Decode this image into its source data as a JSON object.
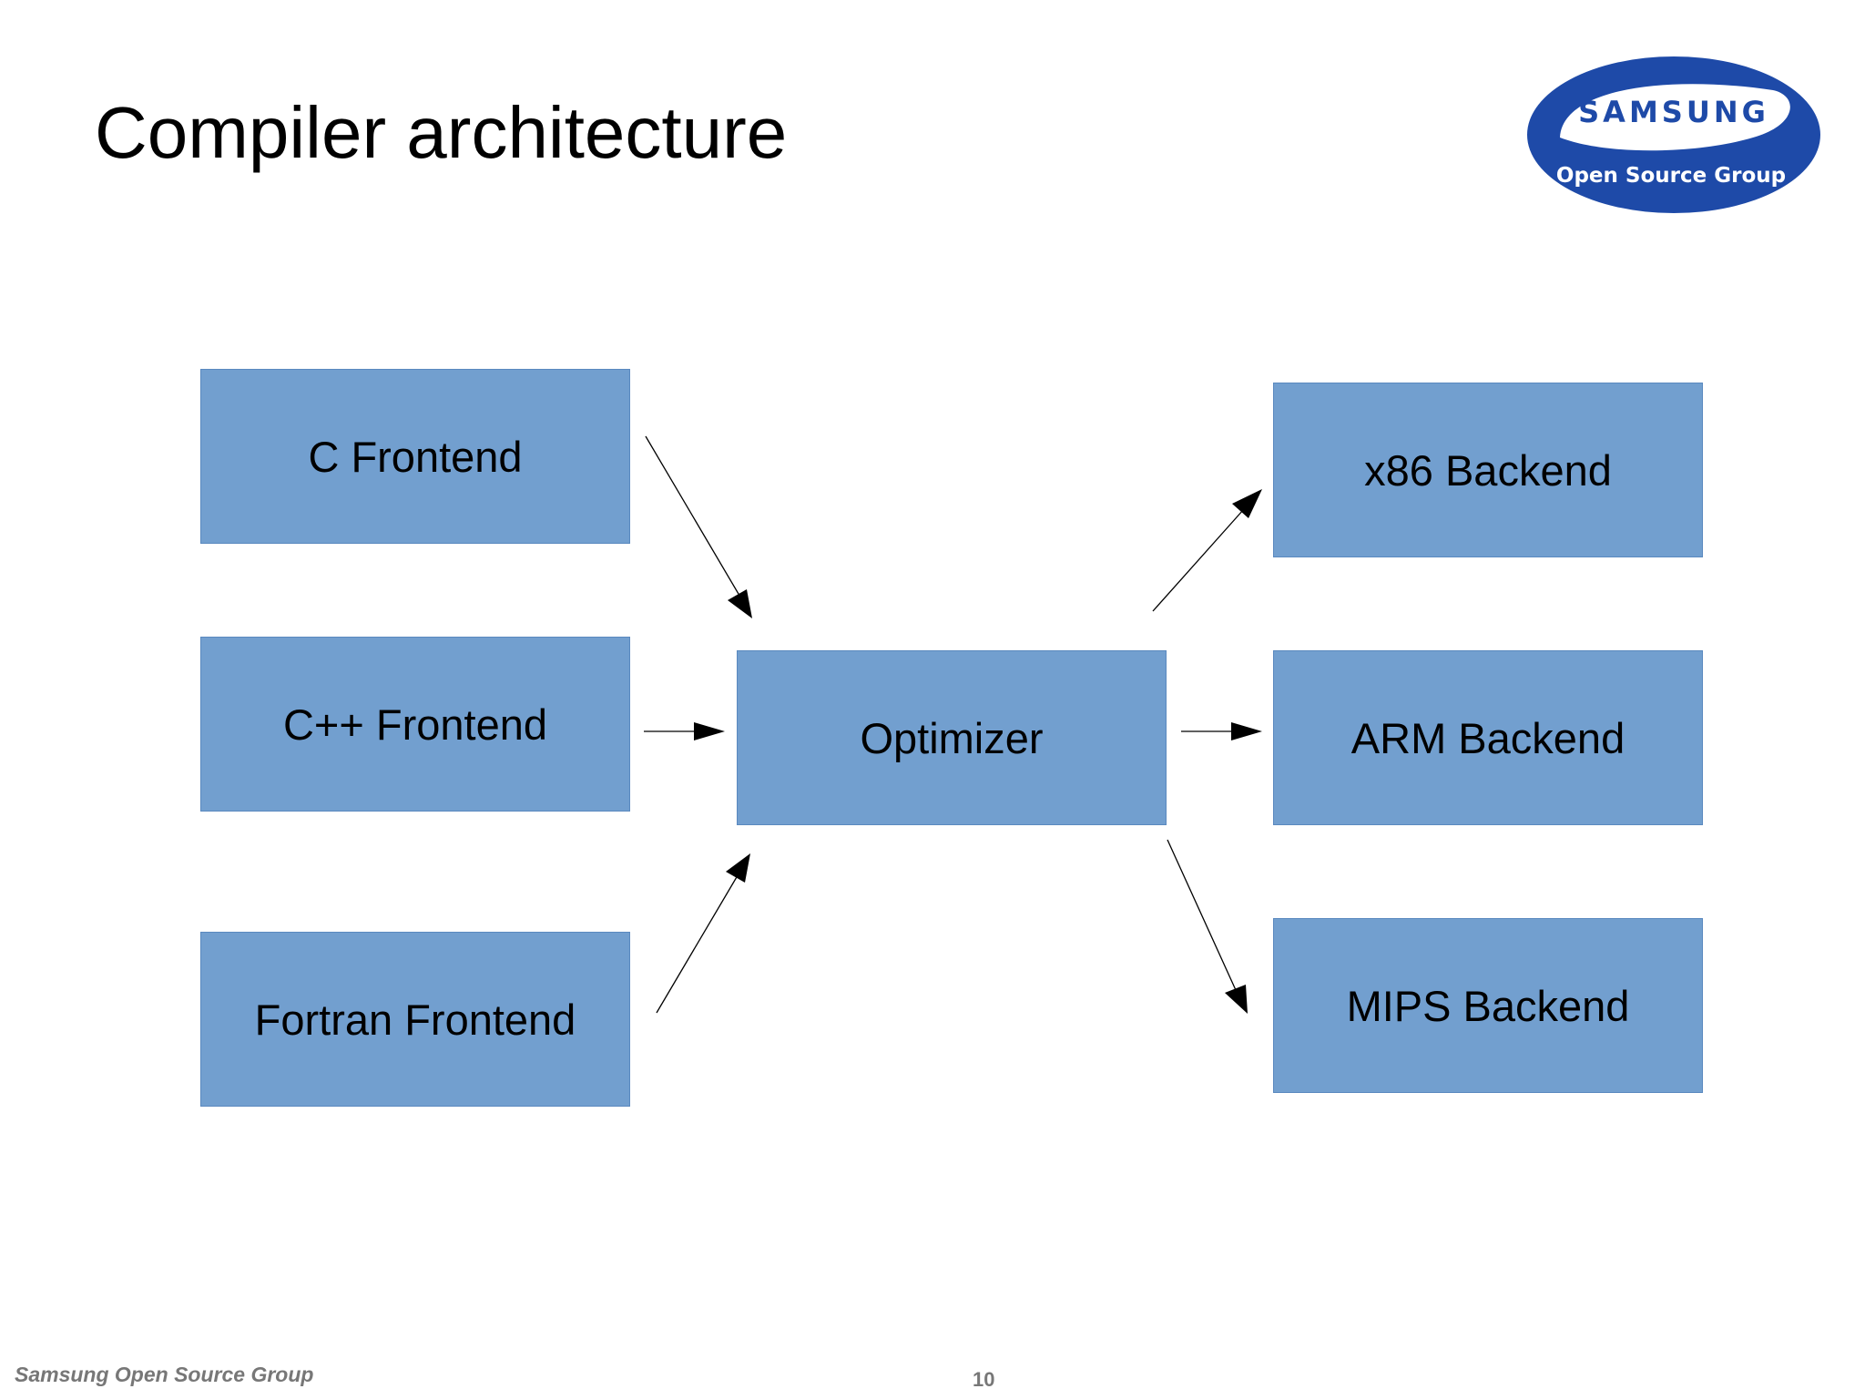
{
  "slide": {
    "title": "Compiler architecture",
    "footer_text": "Samsung Open Source Group",
    "page_number": "10"
  },
  "logo": {
    "brand": "SAMSUNG",
    "subtitle": "Open Source Group",
    "color": "#1e4aa8"
  },
  "diagram": {
    "node_color": "#729fcf",
    "nodes": {
      "c_frontend": "C Frontend",
      "cpp_frontend": "C++ Frontend",
      "fortran_frontend": "Fortran Frontend",
      "optimizer": "Optimizer",
      "x86_backend": "x86 Backend",
      "arm_backend": "ARM Backend",
      "mips_backend": "MIPS Backend"
    },
    "edges": [
      {
        "from": "c_frontend",
        "to": "optimizer"
      },
      {
        "from": "cpp_frontend",
        "to": "optimizer"
      },
      {
        "from": "fortran_frontend",
        "to": "optimizer"
      },
      {
        "from": "optimizer",
        "to": "x86_backend"
      },
      {
        "from": "optimizer",
        "to": "arm_backend"
      },
      {
        "from": "optimizer",
        "to": "mips_backend"
      }
    ]
  }
}
